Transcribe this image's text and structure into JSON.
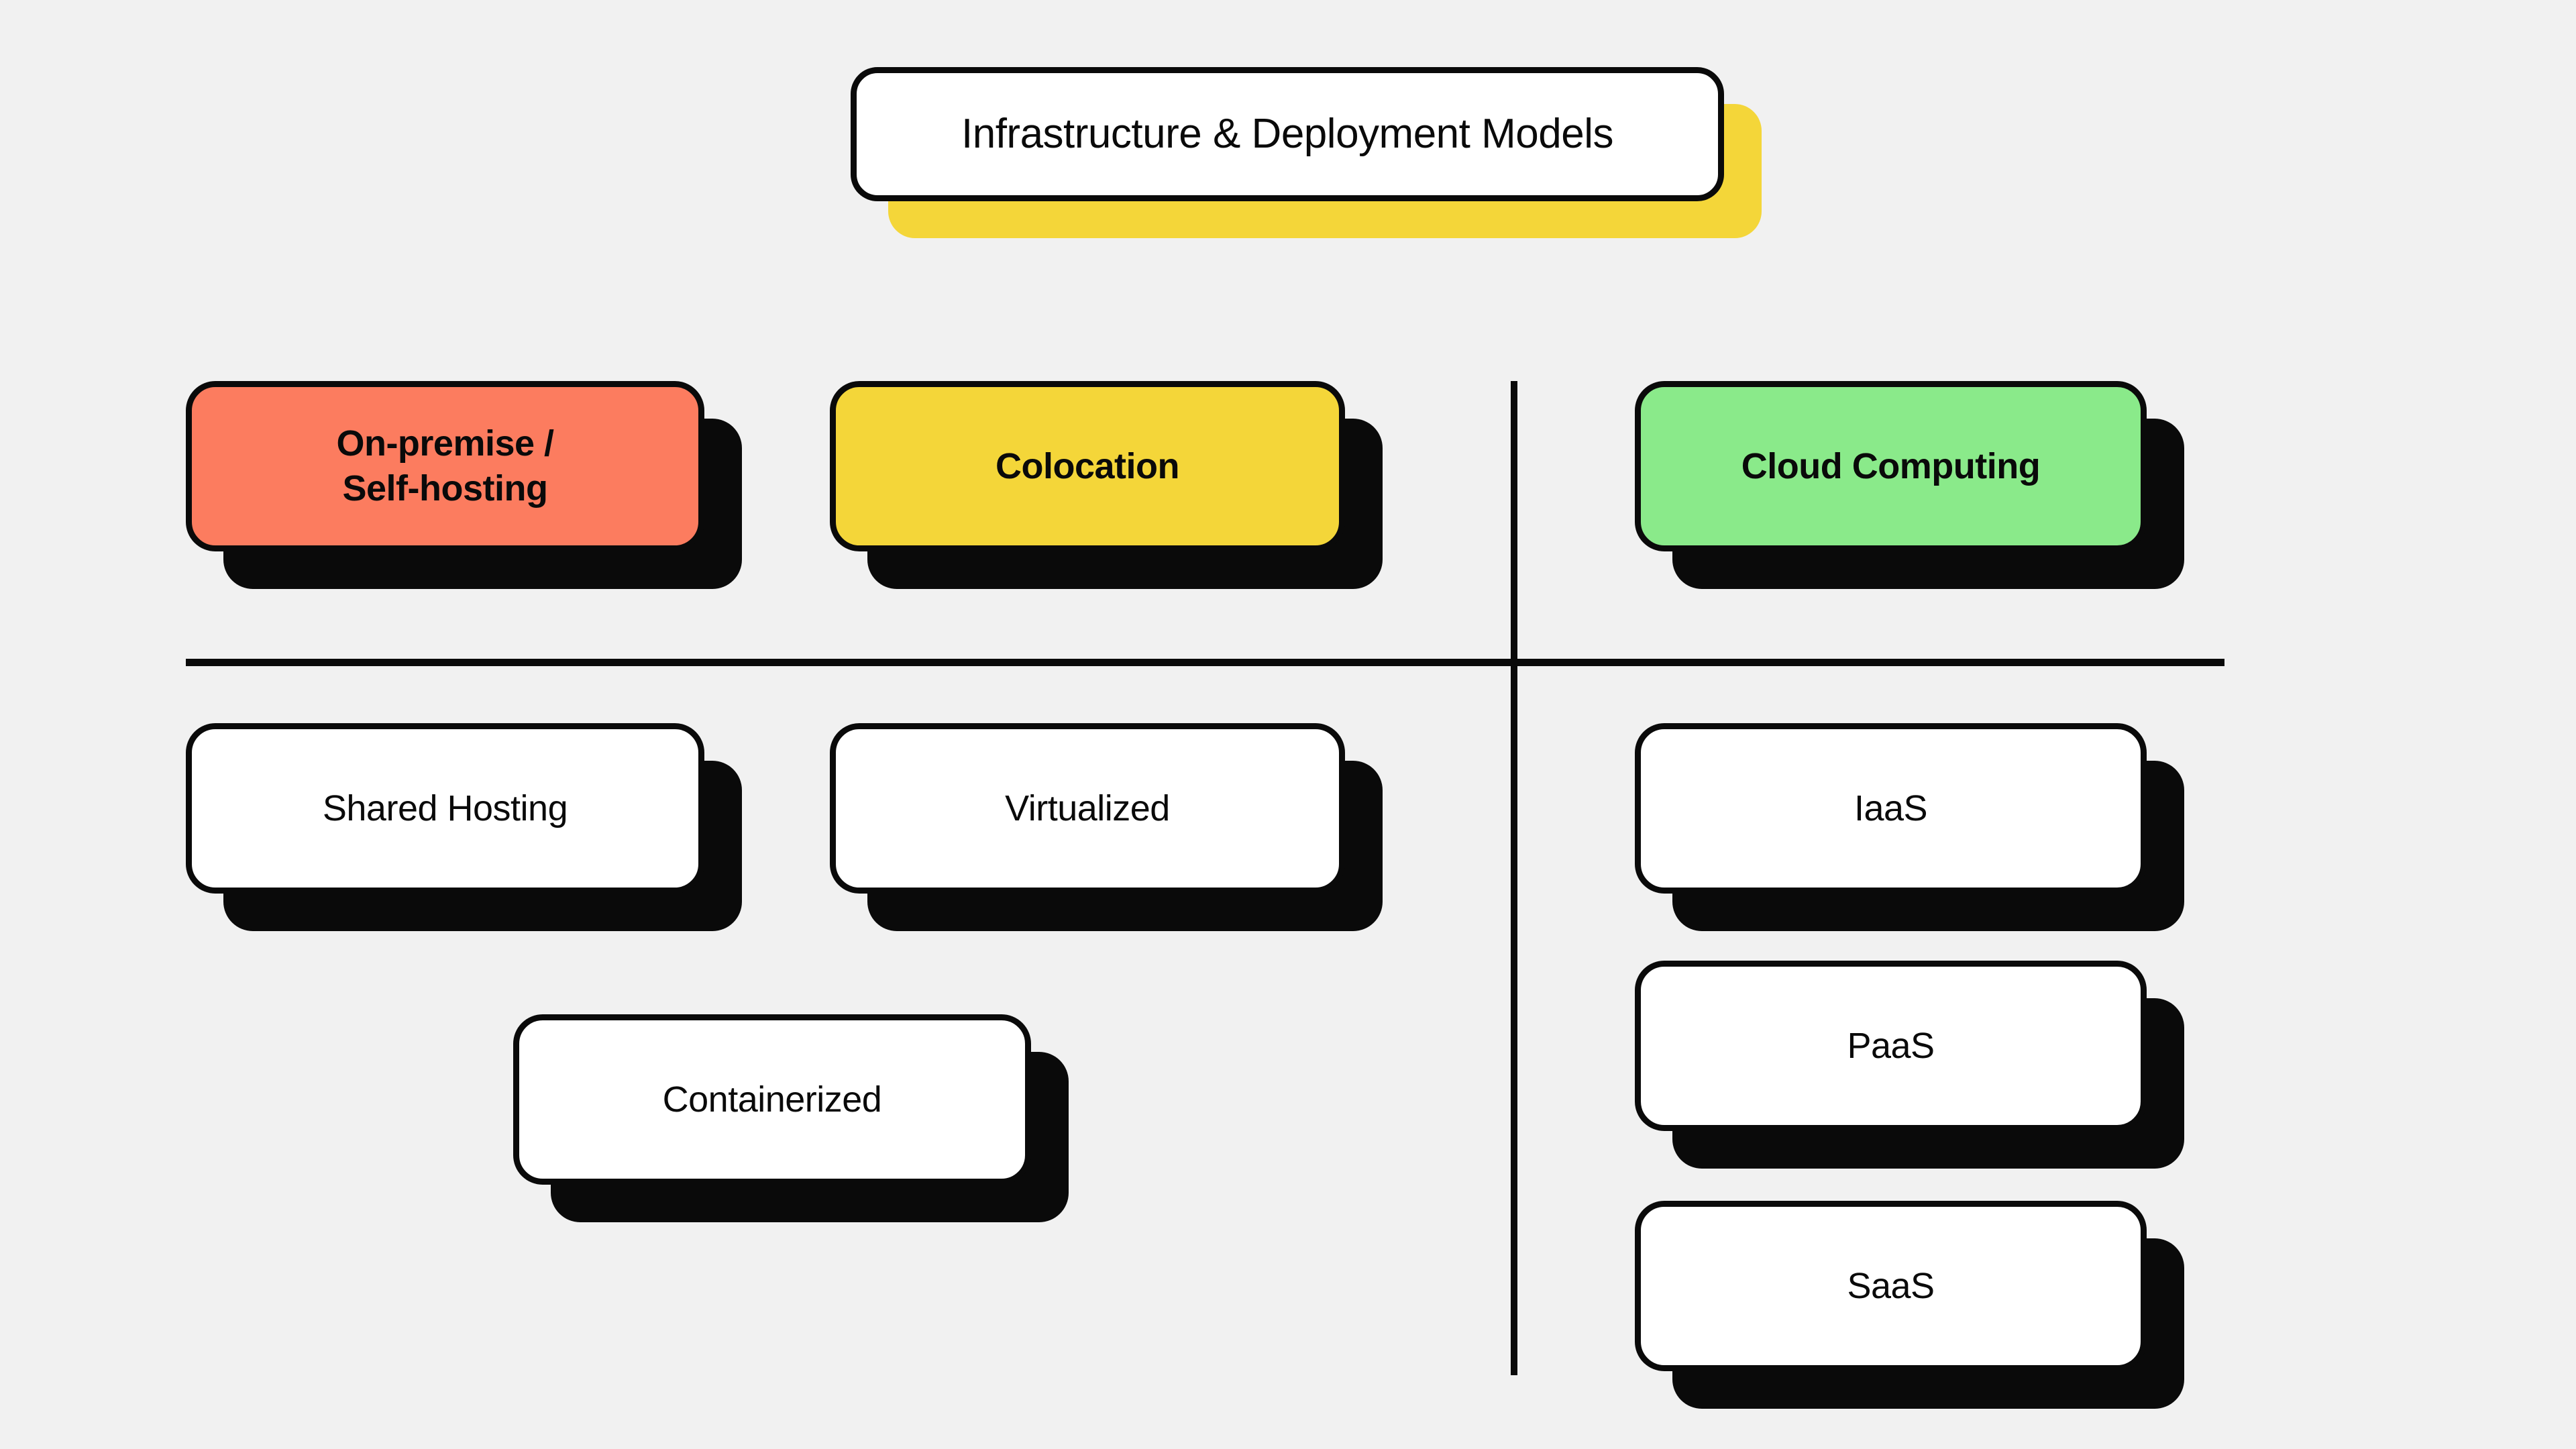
{
  "background_color": "#f1f1f1",
  "ink_color": "#0a0a0a",
  "diagram": {
    "title": {
      "label": "Infrastructure & Deployment Models",
      "fill": "#ffffff",
      "shadow_color": "#f4d639"
    },
    "dividers": {
      "horizontal_label": "row-divider",
      "vertical_label": "column-divider"
    },
    "categories": [
      {
        "id": "on-premise",
        "label": "On-premise /\nSelf-hosting",
        "fill": "#fc7c5f",
        "shadow_color": "#0a0a0a"
      },
      {
        "id": "colocation",
        "label": "Colocation",
        "fill": "#f4d639",
        "shadow_color": "#0a0a0a"
      },
      {
        "id": "cloud-computing",
        "label": "Cloud Computing",
        "fill": "#8aea8a",
        "shadow_color": "#0a0a0a"
      }
    ],
    "items": [
      {
        "id": "shared-hosting",
        "label": "Shared Hosting",
        "parent": "on-premise",
        "fill": "#ffffff",
        "shadow_color": "#0a0a0a"
      },
      {
        "id": "virtualized",
        "label": "Virtualized",
        "parent": "colocation",
        "fill": "#ffffff",
        "shadow_color": "#0a0a0a"
      },
      {
        "id": "containerized",
        "label": "Containerized",
        "parent": "colocation",
        "fill": "#ffffff",
        "shadow_color": "#0a0a0a"
      },
      {
        "id": "iaas",
        "label": "IaaS",
        "parent": "cloud-computing",
        "fill": "#ffffff",
        "shadow_color": "#0a0a0a"
      },
      {
        "id": "paas",
        "label": "PaaS",
        "parent": "cloud-computing",
        "fill": "#ffffff",
        "shadow_color": "#0a0a0a"
      },
      {
        "id": "saas",
        "label": "SaaS",
        "parent": "cloud-computing",
        "fill": "#ffffff",
        "shadow_color": "#0a0a0a"
      }
    ]
  }
}
